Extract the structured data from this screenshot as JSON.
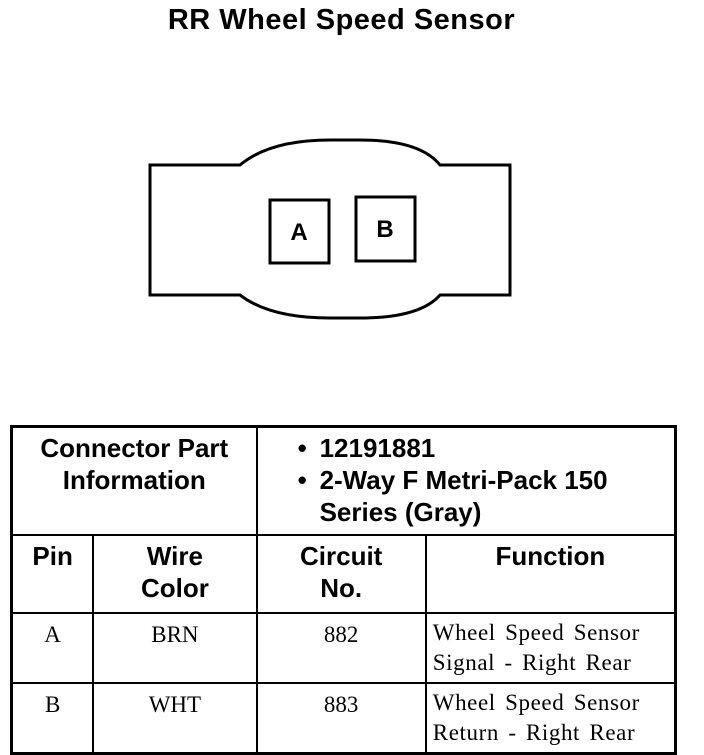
{
  "title": "RR Wheel Speed Sensor",
  "connector": {
    "pins": [
      "A",
      "B"
    ]
  },
  "table": {
    "part_info_label_line1": "Connector Part",
    "part_info_label_line2": "Information",
    "part_number": "12191881",
    "part_desc_line1": "2-Way F Metri-Pack 150",
    "part_desc_line2": "Series (Gray)",
    "bullet": "•",
    "headers": {
      "pin": "Pin",
      "wire_color_line1": "Wire",
      "wire_color_line2": "Color",
      "circuit_line1": "Circuit",
      "circuit_line2": "No.",
      "function": "Function"
    },
    "rows": [
      {
        "pin": "A",
        "wire_color": "BRN",
        "circuit": "882",
        "function_line1": "Wheel Speed Sensor",
        "function_line2": "Signal - Right Rear"
      },
      {
        "pin": "B",
        "wire_color": "WHT",
        "circuit": "883",
        "function_line1": "Wheel Speed Sensor",
        "function_line2": "Return - Right Rear"
      }
    ]
  }
}
